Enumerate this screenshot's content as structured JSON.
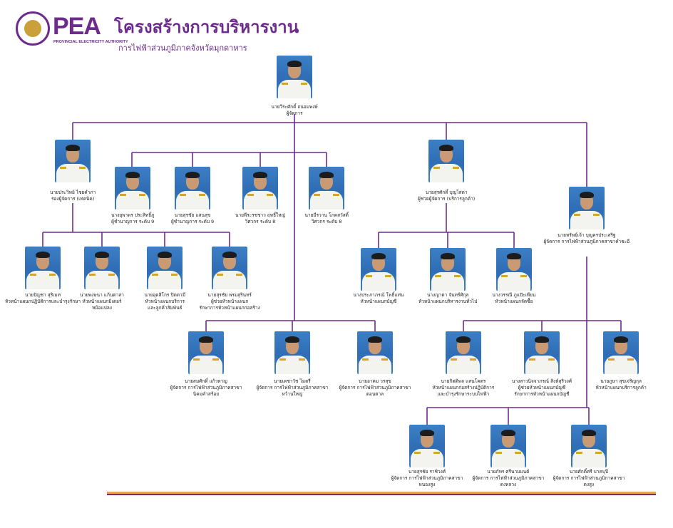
{
  "header": {
    "logo_text": "PEA",
    "logo_subtitle": "PROVINCIAL ELECTRICITY AUTHORITY",
    "title": "โครงสร้างการบริหารงาน",
    "subtitle": "การไฟฟ้าส่วนภูมิภาคจังหวัดมุกดาหาร"
  },
  "people": {
    "manager": {
      "name": "นายวีระศักดิ์ ถนอมพงษ์",
      "role": "ผู้จัดการ",
      "role2": ""
    },
    "deputy_tech": {
      "name": "นายประวิทย์ ไชยคำภา",
      "role": "รองผู้จัดการ (เทคนิค)",
      "role2": ""
    },
    "expert1": {
      "name": "นางยุพาพร ประสิทธิ์ภู",
      "role": "ผู้ชำนาญการ ระดับ 9",
      "role2": ""
    },
    "expert2": {
      "name": "นายสุรชัย แสนสุข",
      "role": "ผู้ชำนาญการ ระดับ 9",
      "role2": ""
    },
    "engineer1": {
      "name": "นายพีระรชชาว ฤทธิ์ใหญ่",
      "role": "วิศวกร ระดับ 8",
      "role2": ""
    },
    "engineer2": {
      "name": "นายมีรวาน โภคสวัสดิ์",
      "role": "วิศวกร ระดับ 8",
      "role2": ""
    },
    "asst_manager": {
      "name": "นายสุรศักดิ์ บุญโสดา",
      "role": "ผู้ช่วยผู้จัดการ (บริการลูกค้า)",
      "role2": ""
    },
    "branch_manager": {
      "name": "นายทรัพย์เจ้า บุญครประเสริฐ",
      "role": "ผู้จัดการ การไฟฟ้าส่วนภูมิภาคสาขาคำชะอี",
      "role2": ""
    },
    "tech1": {
      "name": "นายปัญชา สุริเมท",
      "role": "หัวหน้าแผนกปฏิบัติการและบำรุงรักษา",
      "role2": ""
    },
    "tech2": {
      "name": "นายพงษนา แก้นตาสา",
      "role": "หัวหน้าแผนกมิเตอร์",
      "role2": "หม้อแปลง"
    },
    "tech3": {
      "name": "นายอุดสิโกร ปิตตามี",
      "role": "หัวหน้าแผนกบริการ",
      "role2": "และลูกค้าสัมพันธ์"
    },
    "tech4": {
      "name": "นายสุรชัย พรมสุรินทร์",
      "role": "ผู้ช่วยหัวหน้าแผนก",
      "role2": "รักษาการหัวหน้าแผนกก่อสร้าง"
    },
    "cust1": {
      "name": "นางประภาภรณ์ โพธิ์แท่น",
      "role": "หัวหน้าแผนกบัญชี",
      "role2": ""
    },
    "cust2": {
      "name": "นางญาดา จันทร์ศิกุล",
      "role": "หัวหน้าแผนกบริหารงานทั่วไป",
      "role2": ""
    },
    "cust3": {
      "name": "นางวรรณี ภูแป๊ะเพียน",
      "role": "หัวหน้าแผนกจัดซื้อ",
      "role2": ""
    },
    "sub1": {
      "name": "นายสมศักดิ์ แก้วทาญ",
      "role": "ผู้จัดการ การไฟฟ้าส่วนภูมิภาคสาขา",
      "role2": "นิคมคำสร้อย"
    },
    "sub2": {
      "name": "นายเดชาวัช ไมตรี",
      "role": "ผู้จัดการ การไฟฟ้าส่วนภูมิภาคสาขา",
      "role2": "หว้านใหญ่"
    },
    "sub3": {
      "name": "นายอาคม วรสุข",
      "role": "ผู้จัดการ การไฟฟ้าส่วนภูมิภาคสาขา",
      "role2": "ดอนตาล"
    },
    "sub4": {
      "name": "นายกิตติพล แสนโคตร",
      "role": "หัวหน้าแผนกก่อสร้างปฏิบัติการ",
      "role2": "และบำรุงรักษาระบบไฟฟ้า"
    },
    "sub5": {
      "name": "นางสาวนิจจาภรณ์ สิงห์สุริวงศ์",
      "role": "ผู้ช่วยหัวหน้าแผนกบัญชี",
      "role2": "รักษาการหัวหน้าแผนกบัญชี"
    },
    "sub6": {
      "name": "นายภูษา สุขเจริญกุล",
      "role": "หัวหน้าแผนกบริการลูกค้า",
      "role2": ""
    },
    "br1": {
      "name": "นายสุรชัย ราชิวงศ์",
      "role": "ผู้จัดการ การไฟฟ้าส่วนภูมิภาคสาขา",
      "role2": "หนองสูง"
    },
    "br2": {
      "name": "นายภัทร ศรีนามมนต์",
      "role": "ผู้จัดการ การไฟฟ้าส่วนภูมิภาคสาขา",
      "role2": "ดงหลวง"
    },
    "br3": {
      "name": "นายศักดิ์ศรี บาคบุปี",
      "role": "ผู้จัดการ การไฟฟ้าส่วนภูมิภาคสาขา",
      "role2": "ดงสูง"
    }
  },
  "colors": {
    "line": "#6d2c8c",
    "accent": "#6d2c8c",
    "band": "#e8a25a"
  }
}
